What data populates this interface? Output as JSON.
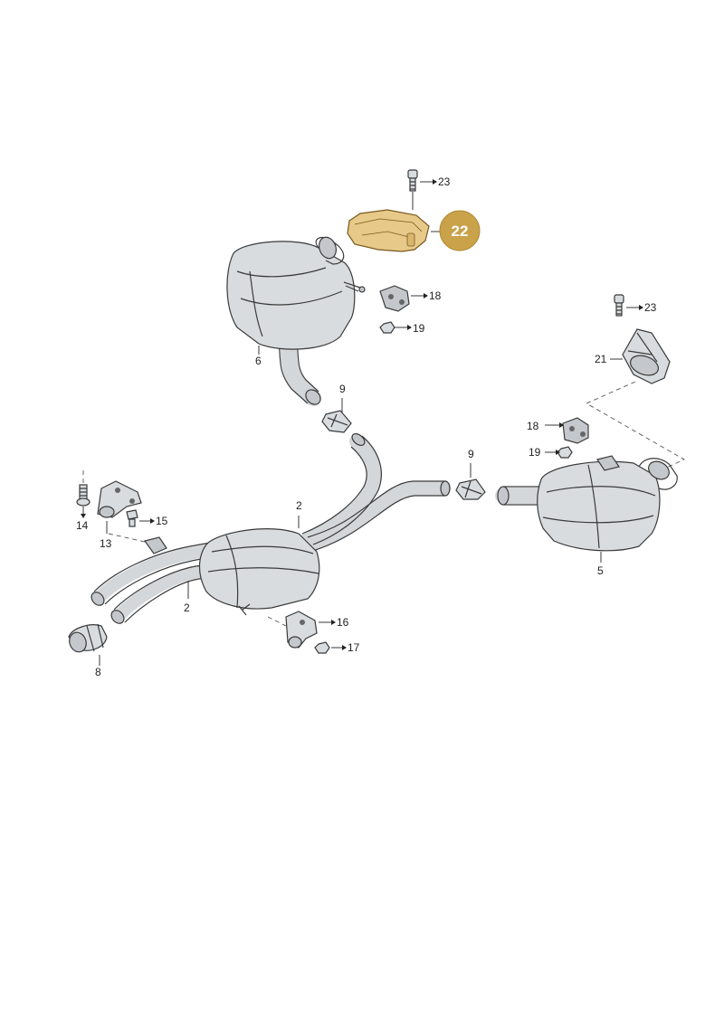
{
  "diagram": {
    "highlighted_part": "22",
    "accent_color": "#c9a24a",
    "labels": [
      "23",
      "18",
      "19",
      "6",
      "9",
      "23",
      "21",
      "18",
      "19",
      "9",
      "2",
      "14",
      "15",
      "13",
      "2",
      "5",
      "16",
      "17",
      "8"
    ]
  }
}
